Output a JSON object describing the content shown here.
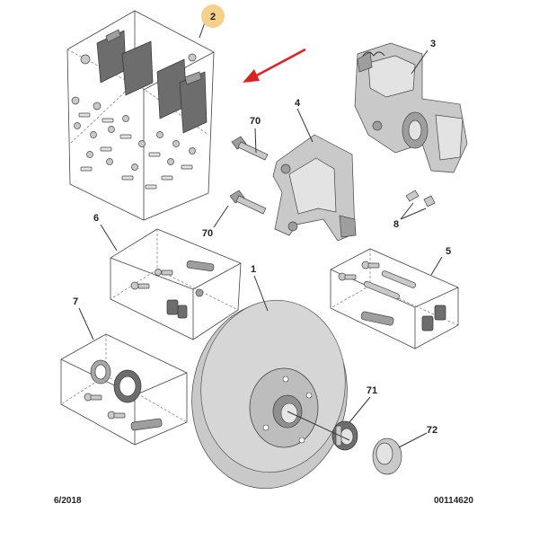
{
  "diagram": {
    "callouts": {
      "c2": "2",
      "c3": "3",
      "c4": "4",
      "c70a": "70",
      "c70b": "70",
      "c6": "6",
      "c8": "8",
      "c5": "5",
      "c1": "1",
      "c7": "7",
      "c71": "71",
      "c72": "72"
    },
    "highlight_color": "#f5d089",
    "arrow_color": "#e02020"
  },
  "footer": {
    "date": "6/2018",
    "reference": "00114620"
  }
}
